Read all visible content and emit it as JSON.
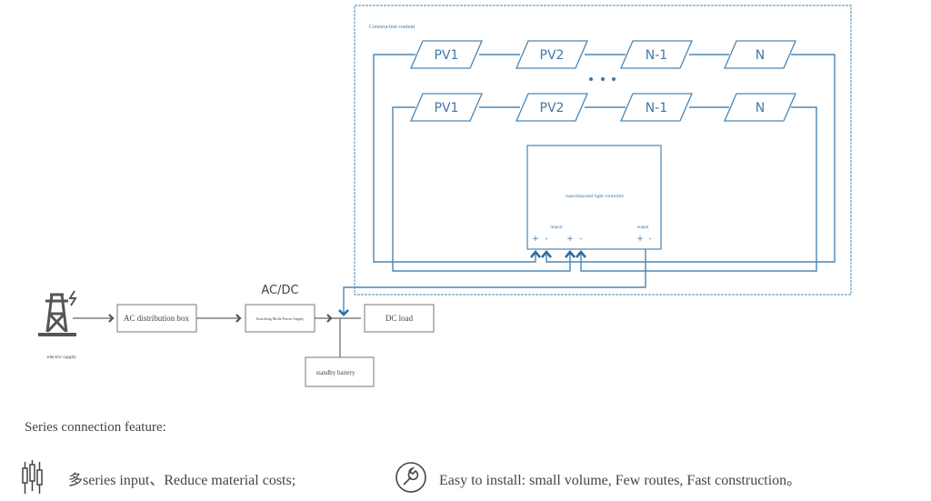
{
  "diagram": {
    "construction_label": "Construction content",
    "row1": [
      "PV1",
      "PV2",
      "N-1",
      "N"
    ],
    "row2": [
      "PV1",
      "PV2",
      "N-1",
      "N"
    ],
    "controller": {
      "title": "superimposed light controller",
      "import": "import",
      "output": "output",
      "plus": "+",
      "minus": "-"
    },
    "electric_supply": "electric supply",
    "ac_box": "AC distribution box",
    "acdc_label": "AC/DC",
    "smps": "Switching Mode Power Supply",
    "dc_load": "DC load",
    "battery": "standby battery",
    "accent": "#4a86b4"
  },
  "features": {
    "heading": "Series connection feature:",
    "items": [
      {
        "icon": "series-input-icon",
        "text": "多series input、Reduce material costs;"
      },
      {
        "icon": "wrench-icon",
        "text": "Easy to install: small volume, Few routes, Fast construction。"
      }
    ]
  }
}
